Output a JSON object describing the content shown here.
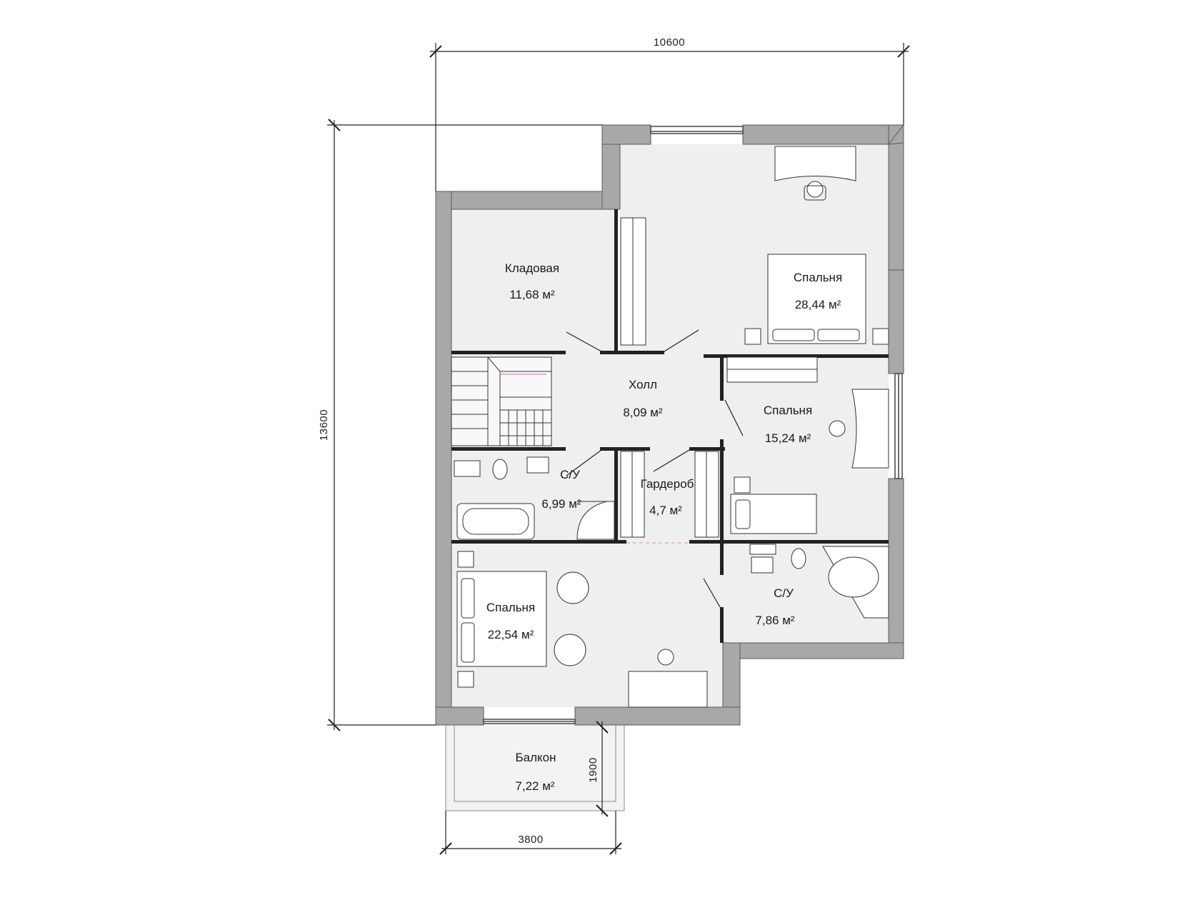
{
  "dimensions": {
    "top_width": "10600",
    "left_height": "13600",
    "balcony_depth": "1900",
    "balcony_width": "3800"
  },
  "rooms": [
    {
      "id": "pantry",
      "name": "Кладовая",
      "area": "11,68 м²"
    },
    {
      "id": "bedroom-1",
      "name": "Спальня",
      "area": "28,44 м²"
    },
    {
      "id": "hall",
      "name": "Холл",
      "area": "8,09 м²"
    },
    {
      "id": "bedroom-2",
      "name": "Спальня",
      "area": "15,24 м²"
    },
    {
      "id": "bathroom-1",
      "name": "С/У",
      "area": "6,99 м²"
    },
    {
      "id": "wardrobe",
      "name": "Гардероб",
      "area": "4,7 м²"
    },
    {
      "id": "bedroom-3",
      "name": "Спальня",
      "area": "22,54 м²"
    },
    {
      "id": "bathroom-2",
      "name": "С/У",
      "area": "7,86 м²"
    },
    {
      "id": "balcony",
      "name": "Балкон",
      "area": "7,22 м²"
    }
  ],
  "colors": {
    "wall": "#a8a8a8",
    "wall_edge": "#5a5a5a",
    "floor": "#efefef",
    "balcony_floor": "#f3f3f3",
    "line": "#222222"
  }
}
